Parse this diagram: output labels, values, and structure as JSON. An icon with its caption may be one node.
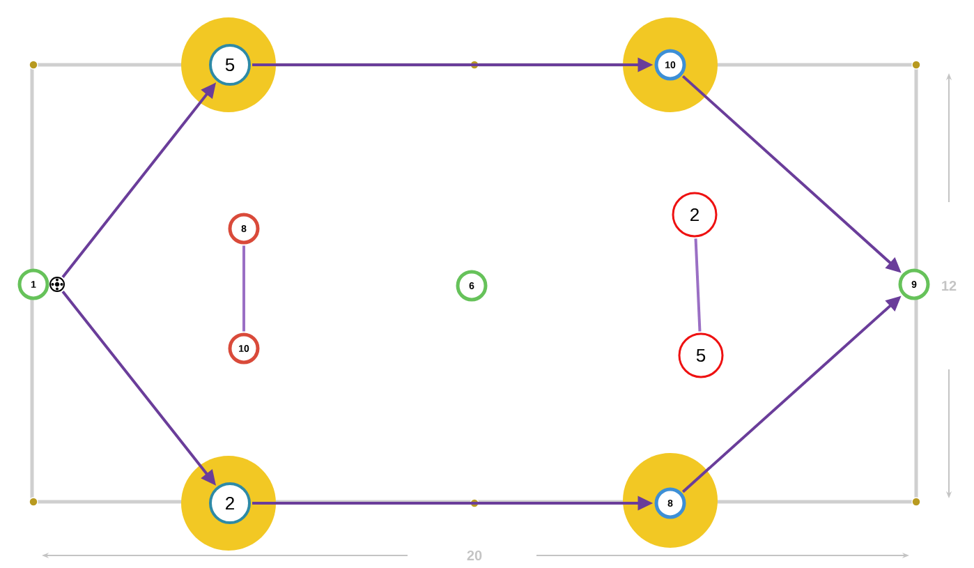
{
  "diagram": {
    "nodes": [
      {
        "text": [],
        "shape": "circle"
      },
      {
        "text": [
          "5"
        ],
        "in": 0
      },
      {
        "text": [],
        "shape": "circle"
      },
      {
        "text": [
          "10"
        ],
        "in": 2
      },
      {
        "text": [
          "8"
        ]
      },
      {
        "text": [
          "2"
        ]
      },
      {
        "text": [
          "1"
        ]
      },
      {
        "text": [],
        "shape": "picture"
      },
      {
        "text": [
          "6"
        ]
      },
      {
        "text": [
          "9"
        ]
      },
      {
        "text": [
          "10"
        ]
      },
      {
        "text": [
          "5"
        ]
      },
      {
        "text": [],
        "shape": "circle"
      },
      {
        "text": [
          "2"
        ],
        "in": 12
      },
      {
        "text": [],
        "shape": "circle"
      },
      {
        "text": [
          "8"
        ],
        "in": 14
      }
    ],
    "edges": [
      {
        "from": 7,
        "to": 1,
        "arrow": "to"
      },
      {
        "from": 7,
        "to": 13,
        "arrow": "to"
      },
      {
        "from": 1,
        "to": 3,
        "arrow": "to"
      },
      {
        "from": 3,
        "to": 9,
        "arrow": "to"
      },
      {
        "from": 13,
        "to": 15,
        "arrow": "to"
      },
      {
        "from": 15,
        "to": 9,
        "arrow": "to"
      },
      {
        "from": 4,
        "to": 10,
        "arrow": "none",
        "color": "#9a6fc4"
      },
      {
        "from": 5,
        "to": 11,
        "arrow": "none",
        "color": "#9a6fc4"
      }
    ],
    "labels": [
      "12",
      "20"
    ]
  }
}
